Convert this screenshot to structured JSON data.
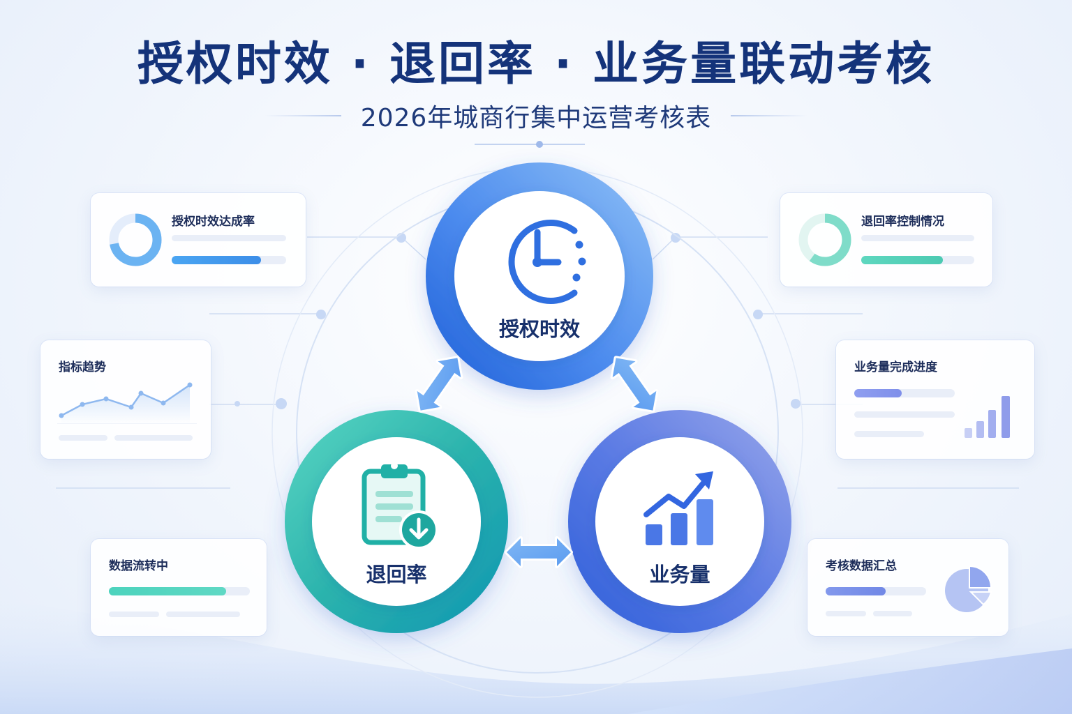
{
  "header": {
    "title_part1": "授权时效",
    "separator": "·",
    "title_part2": "退回率",
    "title_part3": "业务量联动考核",
    "subtitle": "2026年城商行集中运营考核表"
  },
  "nodes": {
    "auth": {
      "label": "授权时效",
      "icon": "clock-icon",
      "color": "#2f6fe0"
    },
    "return": {
      "label": "退回率",
      "icon": "clipboard-download-icon",
      "color": "#1fa7a3"
    },
    "volume": {
      "label": "业务量",
      "icon": "bar-chart-up-icon",
      "color": "#4a6ee0"
    }
  },
  "cards": {
    "auth_rate": {
      "title": "授权时效达成率",
      "progress": 0.78,
      "donut": 0.72
    },
    "return_control": {
      "title": "退回率控制情况",
      "progress": 0.72,
      "donut": 0.6
    },
    "trend": {
      "title": "指标趋势"
    },
    "volume_progress": {
      "title": "业务量完成进度",
      "progress": 0.47
    },
    "data_flow": {
      "title": "数据流转中",
      "progress": 0.83
    },
    "summary": {
      "title": "考核数据汇总",
      "progress": 0.6
    }
  }
}
